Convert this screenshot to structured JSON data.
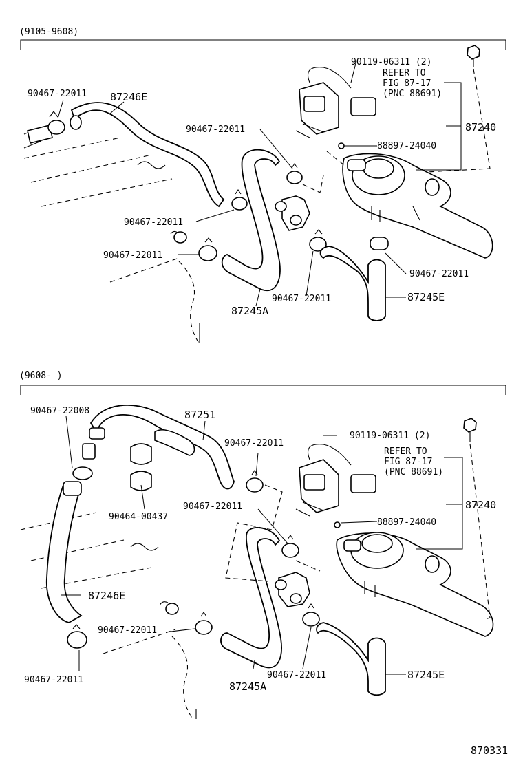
{
  "sections": [
    {
      "range": "(9105-9608)",
      "labels": {
        "bolt": "90119-06311 (2)",
        "refer_1": "REFER TO",
        "refer_2": "FIG 87-17",
        "refer_3": "(PNC 88691)",
        "valve": "87240",
        "screw": "88897-24040",
        "clamp_a": "90467-22011",
        "hose_top": "87246E",
        "clamp_b": "90467-22011",
        "clamp_c": "90467-22011",
        "clamp_d": "90467-22011",
        "clamp_e": "90467-22011",
        "clamp_f": "90467-22011",
        "hose_a": "87245A",
        "hose_e": "87245E"
      }
    },
    {
      "range": "(9608-       )",
      "labels": {
        "clamp_08": "90467-22008",
        "hose_251": "87251",
        "clamp_a": "90467-22011",
        "bolt": "90119-06311 (2)",
        "refer_1": "REFER TO",
        "refer_2": "FIG 87-17",
        "refer_3": "(PNC 88691)",
        "valve": "87240",
        "clamp_b": "90467-22011",
        "screw": "88897-24040",
        "clip": "90464-00437",
        "hose_246": "87246E",
        "clamp_c": "90467-22011",
        "clamp_d": "90467-22011",
        "clamp_e": "90467-22011",
        "hose_a": "87245A",
        "hose_e": "87245E"
      }
    }
  ],
  "figure_number": "870331"
}
